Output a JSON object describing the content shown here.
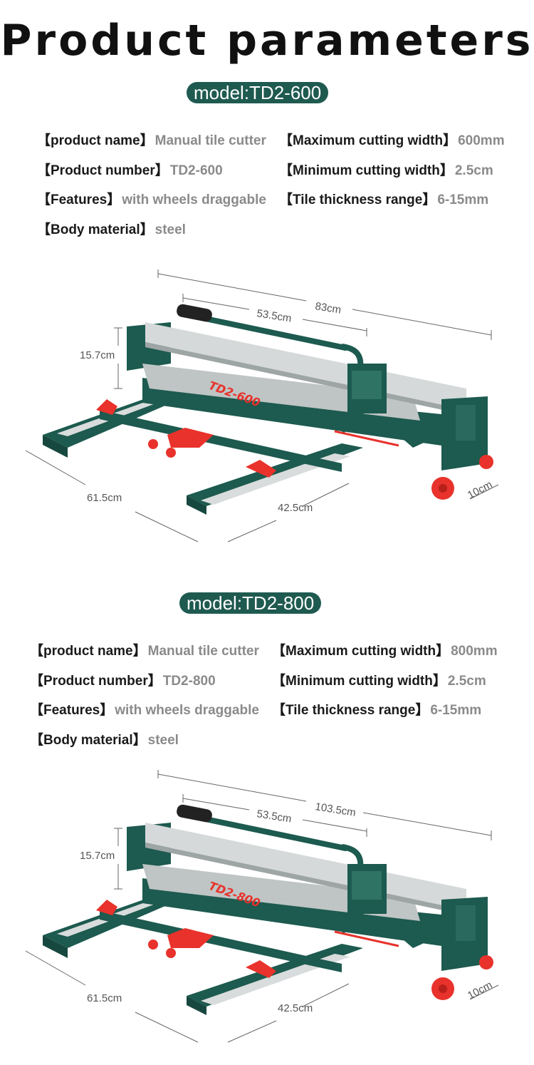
{
  "title": "Product parameters",
  "models": [
    {
      "model_label": "model:TD2-600",
      "specs": {
        "product_name": {
          "key": "【product name】",
          "value": "Manual tile cutter"
        },
        "product_number": {
          "key": "【Product number】",
          "value": "TD2-600"
        },
        "features": {
          "key": "【Features】",
          "value": "with wheels draggable"
        },
        "body_material": {
          "key": "【Body material】",
          "value": "steel"
        },
        "max_width": {
          "key": "【Maximum cutting width】",
          "value": "600mm"
        },
        "min_width": {
          "key": "【Minimum cutting width】",
          "value": "2.5cm"
        },
        "thickness": {
          "key": "【Tile thickness range】",
          "value": "6-15mm"
        }
      },
      "figure": {
        "total_length": "83cm",
        "handle_length": "53.5cm",
        "height": "15.7cm",
        "base_length": "61.5cm",
        "base_width": "42.5cm",
        "wheel_height": "10cm",
        "rail_text": "TD2-600"
      }
    },
    {
      "model_label": "model:TD2-800",
      "specs": {
        "product_name": {
          "key": "【product name】",
          "value": "Manual tile cutter"
        },
        "product_number": {
          "key": "【Product number】",
          "value": "TD2-800"
        },
        "features": {
          "key": "【Features】",
          "value": "with wheels draggable"
        },
        "body_material": {
          "key": "【Body material】",
          "value": "steel"
        },
        "max_width": {
          "key": "【Maximum cutting width】",
          "value": "800mm"
        },
        "min_width": {
          "key": "【Minimum cutting width】",
          "value": "2.5cm"
        },
        "thickness": {
          "key": "【Tile thickness range】",
          "value": "6-15mm"
        }
      },
      "figure": {
        "total_length": "103.5cm",
        "handle_length": "53.5cm",
        "height": "15.7cm",
        "base_length": "61.5cm",
        "base_width": "42.5cm",
        "wheel_height": "10cm",
        "rail_text": "TD2-800"
      }
    }
  ],
  "colors": {
    "accent": "#1f5a50",
    "frame": "#1d5a4f",
    "red": "#e8322b",
    "steel": "#cfd3d3"
  }
}
